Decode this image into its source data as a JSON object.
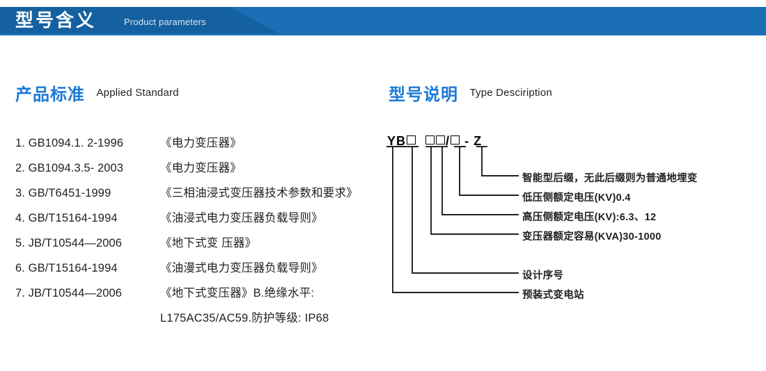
{
  "banner": {
    "title_cn": "型号含义",
    "title_en": "Product parameters",
    "bar_color": "#1a6fb5",
    "wedge_color": "#1560a0"
  },
  "sections": {
    "left": {
      "heading_cn": "产品标准",
      "heading_en": "Applied Standard",
      "heading_color": "#1a7ad6",
      "standards": [
        {
          "code": "1. GB1094.1. 2-1996",
          "name": "《电力变压器》"
        },
        {
          "code": "2. GB1094.3.5- 2003",
          "name": "《电力变压器》"
        },
        {
          "code": "3. GB/T6451-1999",
          "name": "《三相油浸式变压器技术参数和要求》"
        },
        {
          "code": "4. GB/T15164-1994",
          "name": "《油浸式电力变压器负载导则》"
        },
        {
          "code": "5. JB/T10544—2006",
          "name": "《地下式变 压器》"
        },
        {
          "code": "6. GB/T15164-1994",
          "name": "《油漫式电力变压器负载导则》"
        },
        {
          "code": "7. JB/T10544—2006",
          "name": "《地下式变压器》B.绝缘水平:"
        }
      ],
      "continuation": "L175AC35/AC59.防护等级: IP68"
    },
    "right": {
      "heading_cn": "型号说明",
      "heading_en": "Type Desciription",
      "heading_color": "#1a7ad6",
      "model_code": {
        "prefix": "YB",
        "separator": "/",
        "dash": "-",
        "suffix": "Z"
      },
      "callouts": [
        {
          "id": "suffix",
          "text": "智能型后缀，无此后缀则为普通地埋变"
        },
        {
          "id": "lv-voltage",
          "text": "低压侧额定电压(KV)0.4"
        },
        {
          "id": "hv-voltage",
          "text": "高压侧额定电压(KV):6.3、12"
        },
        {
          "id": "capacity",
          "text": "变压器额定容易(KVA)30-1000"
        },
        {
          "id": "design-no",
          "text": "设计序号"
        },
        {
          "id": "substation",
          "text": "预装式变电站"
        }
      ]
    }
  }
}
